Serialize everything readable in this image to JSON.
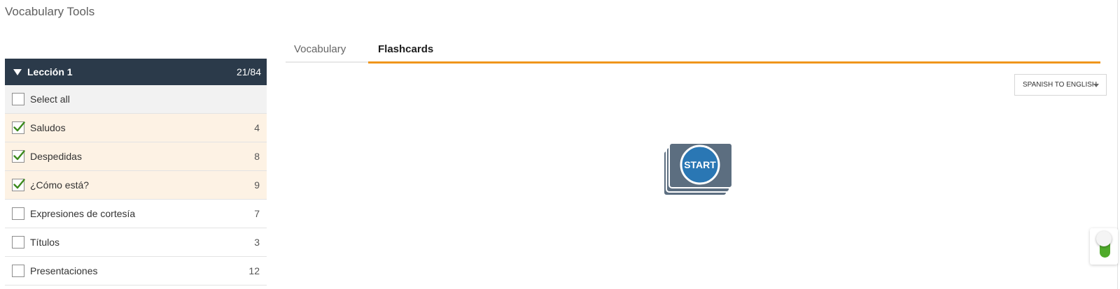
{
  "app": {
    "title": "Vocabulary Tools"
  },
  "tabs": [
    {
      "label": "Vocabulary",
      "active": false
    },
    {
      "label": "Flashcards",
      "active": true
    }
  ],
  "lesson": {
    "title": "Lección 1",
    "count": "21/84"
  },
  "select_all": {
    "label": "Select all",
    "checked": false
  },
  "categories": [
    {
      "label": "Saludos",
      "count": "4",
      "checked": true
    },
    {
      "label": "Despedidas",
      "count": "8",
      "checked": true
    },
    {
      "label": "¿Cómo está?",
      "count": "9",
      "checked": true
    },
    {
      "label": "Expresiones de cortesía",
      "count": "7",
      "checked": false
    },
    {
      "label": "Títulos",
      "count": "3",
      "checked": false
    },
    {
      "label": "Presentaciones",
      "count": "12",
      "checked": false
    }
  ],
  "direction": {
    "selected": "SPANISH TO ENGLISH"
  },
  "start": {
    "label": "START"
  },
  "colors": {
    "header_bg": "#2b3a4a",
    "accent": "#f0961c",
    "check": "#3c8a1c",
    "start_circle": "#2a77b4",
    "card": "#5c6e80",
    "toggle_on": "#4faa2a"
  },
  "icons": {
    "checkmark": "check-icon",
    "collapse": "caret-down-icon",
    "dropdown": "chevron-down-icon",
    "start": "flashcard-stack-icon"
  }
}
